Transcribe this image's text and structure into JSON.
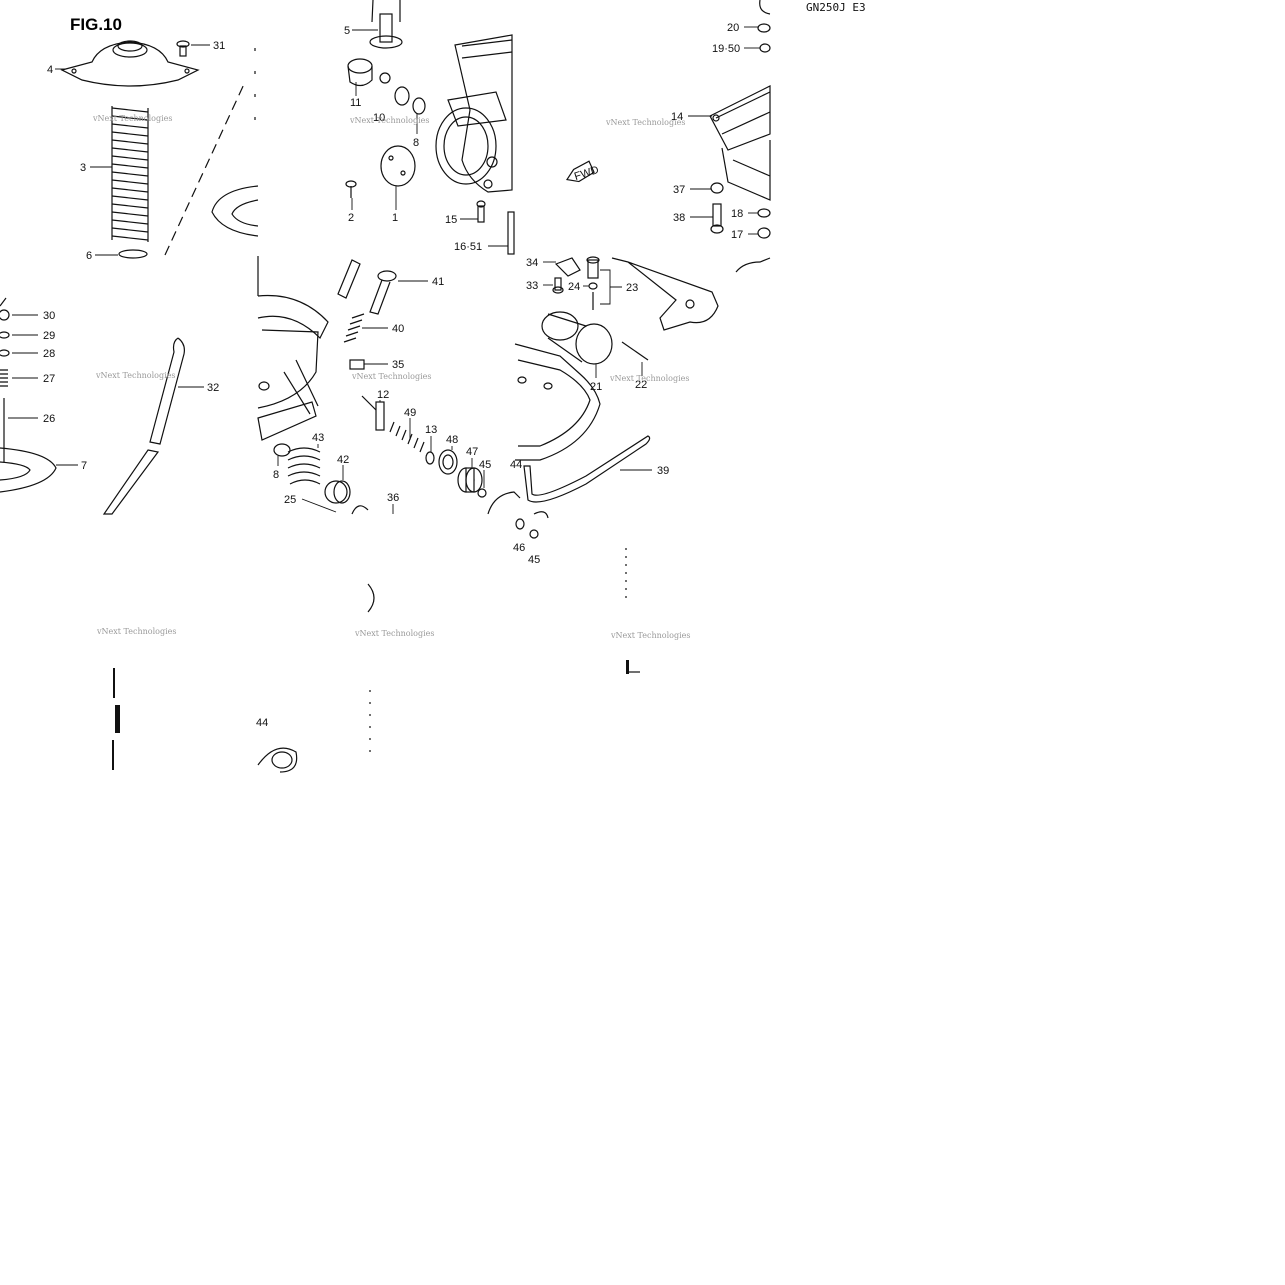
{
  "figure_title": "FIG.10",
  "model_code": "GN250J E3",
  "watermark": "vNext Technologies",
  "fwd_label": "FWD",
  "callouts": {
    "c1": "1",
    "c2": "2",
    "c3": "3",
    "c4": "4",
    "c5": "5",
    "c6": "6",
    "c7": "7",
    "c8a": "8",
    "c8b": "8",
    "c10": "10",
    "c11": "11",
    "c12": "12",
    "c13": "13",
    "c14": "14",
    "c15": "15",
    "c16": "16·51",
    "c17": "17",
    "c18": "18",
    "c19": "19·50",
    "c20": "20",
    "c21": "21",
    "c22": "22",
    "c23": "23",
    "c24": "24",
    "c25": "25",
    "c26": "26",
    "c27": "27",
    "c28": "28",
    "c29": "29",
    "c30": "30",
    "c31": "31",
    "c32": "32",
    "c33": "33",
    "c34": "34",
    "c35": "35",
    "c36": "36",
    "c37": "37",
    "c38": "38",
    "c39": "39",
    "c40": "40",
    "c41": "41",
    "c42": "42",
    "c43": "43",
    "c44": "44",
    "c45a": "45",
    "c45b": "45",
    "c46": "46",
    "c47": "47",
    "c48": "48",
    "c49": "49"
  }
}
